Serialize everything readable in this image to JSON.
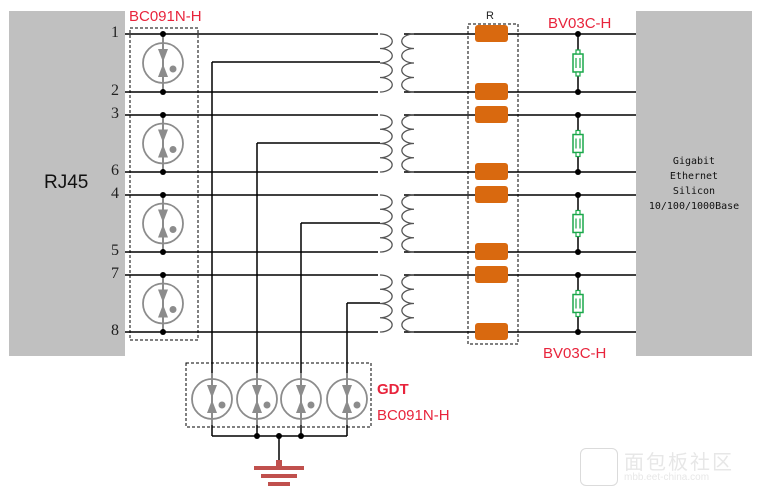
{
  "connector": {
    "label": "RJ45",
    "pins": [
      "1",
      "2",
      "3",
      "6",
      "4",
      "5",
      "7",
      "8"
    ]
  },
  "phy": {
    "lines": [
      "Gigabit",
      "Ethernet",
      "Silicon",
      "10/100/1000Base"
    ]
  },
  "labels": {
    "gdt_top_part": "BC091N-H",
    "resistor_group": "R",
    "tvs_top_part": "BV03C-H",
    "tvs_bottom_part": "BV03C-H",
    "gdt_title": "GDT",
    "gdt_bottom_part": "BC091N-H"
  },
  "watermark": {
    "title": "面包板社区",
    "url": "mbb.eet-china.com"
  },
  "colors": {
    "box_gray": "#c0c0c0",
    "gdt_gray": "#8c8c8c",
    "resistor_orange": "#d9690f",
    "tvs_green": "#1aa84a",
    "label_red": "#e8243c",
    "ground_red": "#c0504d"
  }
}
